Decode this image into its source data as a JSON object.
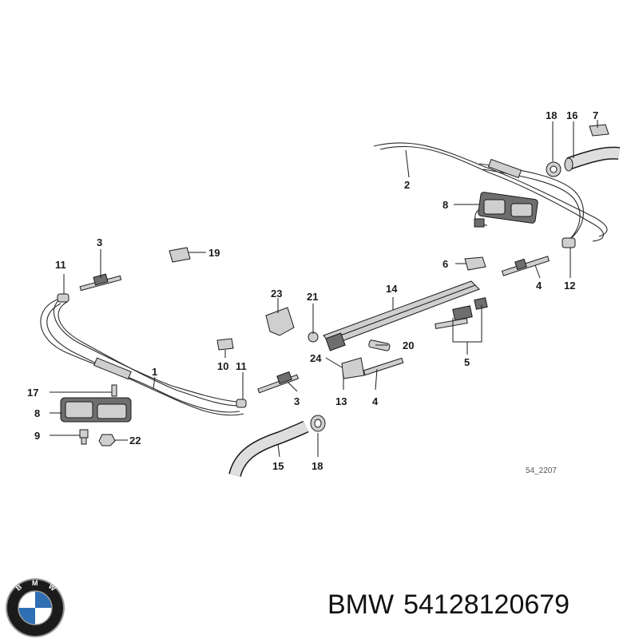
{
  "diagram": {
    "callouts": {
      "c2": "2",
      "c3a": "3",
      "c3b": "3",
      "c4a": "4",
      "c4b": "4",
      "c5": "5",
      "c6": "6",
      "c7": "7",
      "c8a": "8",
      "c8b": "8",
      "c9": "9",
      "c10": "10",
      "c11a": "11",
      "c11b": "11",
      "c12": "12",
      "c13": "13",
      "c14": "14",
      "c15": "15",
      "c16": "16",
      "c17": "17",
      "c18a": "18",
      "c18b": "18",
      "c19": "19",
      "c20": "20",
      "c21": "21",
      "c22": "22",
      "c23": "23",
      "c24": "24",
      "c1": "1"
    },
    "reference_code": "54_2207"
  },
  "caption": {
    "brand": "BMW",
    "part_number": "54128120679"
  },
  "logo": {
    "lettering": "BMW",
    "colors": {
      "ring": "#1b1b1b",
      "blue": "#2f6fb3",
      "white": "#ffffff",
      "chrome": "#9a9a9a"
    }
  }
}
